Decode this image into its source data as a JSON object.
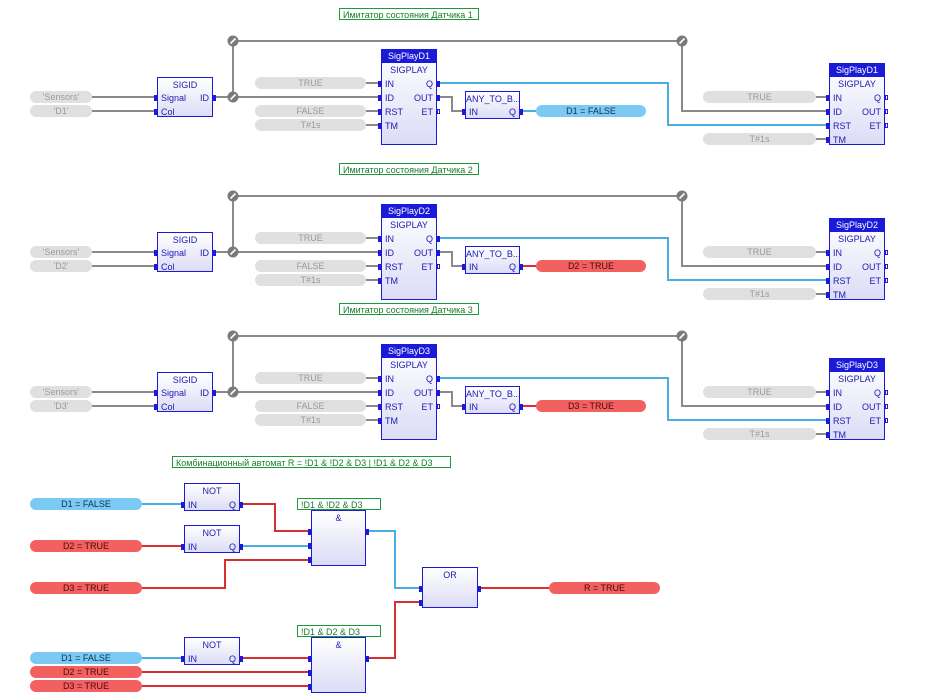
{
  "colors": {
    "false": "#4aaee0",
    "true": "#d83030",
    "neutral": "#8a8a8a",
    "block": "#1a1ad8"
  },
  "groups": [
    {
      "comment": "Имитатор состояния Датчика 1",
      "sigid": {
        "type": "SIGID",
        "inputs": [
          "Signal",
          "Col"
        ],
        "output": "ID",
        "args": [
          "'Sensors'",
          "'D1'"
        ]
      },
      "sigplay": {
        "instance": "SigPlayD1",
        "type": "SIGPLAY",
        "inputs": [
          "IN",
          "ID",
          "RST",
          "TM"
        ],
        "outputs": [
          "Q",
          "OUT",
          "ET"
        ],
        "args": [
          "TRUE",
          "FALSE",
          "T#1s"
        ]
      },
      "convert": {
        "type": "ANY_TO_B...",
        "input": "IN",
        "output": "Q"
      },
      "result": {
        "label": "D1 = FALSE",
        "state": "false"
      },
      "sigplay2": {
        "instance": "SigPlayD1",
        "type": "SIGPLAY",
        "inputs": [
          "IN",
          "ID",
          "RST",
          "TM"
        ],
        "outputs": [
          "Q",
          "OUT",
          "ET"
        ],
        "args": [
          "TRUE",
          "T#1s"
        ]
      }
    },
    {
      "comment": "Имитатор состояния Датчика 2",
      "sigid": {
        "type": "SIGID",
        "inputs": [
          "Signal",
          "Col"
        ],
        "output": "ID",
        "args": [
          "'Sensors'",
          "'D2'"
        ]
      },
      "sigplay": {
        "instance": "SigPlayD2",
        "type": "SIGPLAY",
        "inputs": [
          "IN",
          "ID",
          "RST",
          "TM"
        ],
        "outputs": [
          "Q",
          "OUT",
          "ET"
        ],
        "args": [
          "TRUE",
          "FALSE",
          "T#1s"
        ]
      },
      "convert": {
        "type": "ANY_TO_B...",
        "input": "IN",
        "output": "Q"
      },
      "result": {
        "label": "D2 = TRUE",
        "state": "true"
      },
      "sigplay2": {
        "instance": "SigPlayD2",
        "type": "SIGPLAY",
        "inputs": [
          "IN",
          "ID",
          "RST",
          "TM"
        ],
        "outputs": [
          "Q",
          "OUT",
          "ET"
        ],
        "args": [
          "TRUE",
          "T#1s"
        ]
      }
    },
    {
      "comment": "Имитатор состояния Датчика 3",
      "sigid": {
        "type": "SIGID",
        "inputs": [
          "Signal",
          "Col"
        ],
        "output": "ID",
        "args": [
          "'Sensors'",
          "'D3'"
        ]
      },
      "sigplay": {
        "instance": "SigPlayD3",
        "type": "SIGPLAY",
        "inputs": [
          "IN",
          "ID",
          "RST",
          "TM"
        ],
        "outputs": [
          "Q",
          "OUT",
          "ET"
        ],
        "args": [
          "TRUE",
          "FALSE",
          "T#1s"
        ]
      },
      "convert": {
        "type": "ANY_TO_B...",
        "input": "IN",
        "output": "Q"
      },
      "result": {
        "label": "D3 = TRUE",
        "state": "true"
      },
      "sigplay2": {
        "instance": "SigPlayD3",
        "type": "SIGPLAY",
        "inputs": [
          "IN",
          "ID",
          "RST",
          "TM"
        ],
        "outputs": [
          "Q",
          "OUT",
          "ET"
        ],
        "args": [
          "TRUE",
          "T#1s"
        ]
      }
    }
  ],
  "logic": {
    "comment": "Комбинационный автомат R = !D1 & !D2 & D3 | !D1 & D2 & D3",
    "term1": {
      "comment": "!D1 & !D2 & D3",
      "inputs": [
        {
          "label": "D1 = FALSE",
          "state": "false"
        },
        {
          "label": "D2 = TRUE",
          "state": "true"
        },
        {
          "label": "D3 = TRUE",
          "state": "true"
        }
      ],
      "not_label": "NOT",
      "not_in": "IN",
      "not_out": "Q",
      "and_label": "&"
    },
    "term2": {
      "comment": "!D1 & D2 & D3",
      "inputs": [
        {
          "label": "D1 = FALSE",
          "state": "false"
        },
        {
          "label": "D2 = TRUE",
          "state": "true"
        },
        {
          "label": "D3 = TRUE",
          "state": "true"
        }
      ],
      "not_label": "NOT",
      "not_in": "IN",
      "not_out": "Q",
      "and_label": "&"
    },
    "or_label": "OR",
    "output": {
      "label": "R = TRUE",
      "state": "true"
    }
  }
}
